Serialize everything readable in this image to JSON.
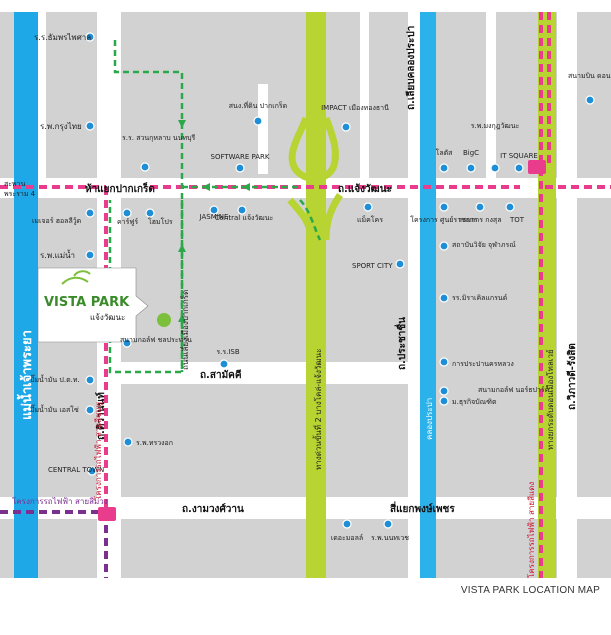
{
  "colors": {
    "block": "#d2d2d3",
    "road": "#ffffff",
    "river": "#1fa8e8",
    "canal": "#2bb2ea",
    "expressway": "#b8d433",
    "bts_pink": "#ea3c8c",
    "purple_line": "#7b2f8e",
    "route_green": "#2aa84a",
    "poi": "#1e8fd6",
    "vista_green": "#7cbf3b"
  },
  "roads": {
    "chaengwattana": "ถ.แจ้งวัฒนะ",
    "samakkhi": "ถ.สามัคคี",
    "ngamwongwan": "ถ.งามวงศ์วาน",
    "tiwanon": "ถ.ติวานนท์",
    "prachachuen": "ถ.ประชาชื่น",
    "vibhavadi": "ถ.วิภาวดี-รังสิต",
    "khlong_prapa_road": "ถ.เลียบคลองประปา",
    "express_chaeng": "ทางด่วนขั้นที่ 2 บางโคล่-แจ้งวัฒนะ",
    "don_mueang_tollway": "ทางยกระดับดอนเมืองโทลเวย์",
    "khlong_prapa": "คลองประปา",
    "chao_phraya": "แม่น้ำเจ้าพระยา",
    "nonthaburi_road": "ถนนเลี่ยงเมืองปากเกร็ด"
  },
  "intersections": {
    "pak_kret": "ห้าแยกปากเกร็ด",
    "phong_phet": "สี่แยกพงษ์เพชร"
  },
  "bridge": {
    "line1": "สะพาน",
    "line2": "พระราม 4"
  },
  "transit": {
    "pink_vertical": "โครงการรถไฟฟ้า สายสีชมพู",
    "purple_horizontal": "โครงการรถไฟฟ้า สายสีม่วง",
    "red_vertical": "โครงการรถไฟฟ้า สายสีแดง"
  },
  "vista": {
    "brand": "VISTA PARK",
    "sub": "แจ้งวัฒนะ"
  },
  "pois": [
    {
      "id": "p1",
      "text": "ร.ร.ธัมพรไพศาล"
    },
    {
      "id": "p2",
      "text": "ร.พ.กรุงไทย"
    },
    {
      "id": "p3",
      "text": "ร.ร. สวนกุหลาบ นนทบุรี"
    },
    {
      "id": "p4",
      "text": "สนง.ที่ดิน ปากเกร็ด"
    },
    {
      "id": "p5",
      "text": "IMPACT เมืองทองธานี"
    },
    {
      "id": "p6",
      "text": "SOFTWARE PARK"
    },
    {
      "id": "p7",
      "text": "โลตัส"
    },
    {
      "id": "p8",
      "text": "BigC"
    },
    {
      "id": "p9",
      "text": "ร.พ.มงกุฎวัฒนะ"
    },
    {
      "id": "p10",
      "text": "IT SQUARE"
    },
    {
      "id": "p11",
      "text": "สนามบิน ดอนเมือง"
    },
    {
      "id": "p12",
      "text": "เมเจอร์ ฮอลลีวู้ด"
    },
    {
      "id": "p13",
      "text": "คาร์ฟูร์"
    },
    {
      "id": "p14",
      "text": "โฮมโปร"
    },
    {
      "id": "p15",
      "text": "JASMINE"
    },
    {
      "id": "p16",
      "text": "Central แจ้งวัฒนะ"
    },
    {
      "id": "p17",
      "text": "แม็คโคร"
    },
    {
      "id": "p18",
      "text": "โครงการ ศูนย์ราชการ"
    },
    {
      "id": "p19",
      "text": "กรมการ กงสุล"
    },
    {
      "id": "p20",
      "text": "TOT"
    },
    {
      "id": "p21",
      "text": "ร.พ.แม่น้ำ"
    },
    {
      "id": "p22",
      "text": "SPORT CITY"
    },
    {
      "id": "p23",
      "text": "สถาบันวิจัย จุฬาภรณ์"
    },
    {
      "id": "p24",
      "text": "รร.มิราเคิลแกรนด์"
    },
    {
      "id": "p25",
      "text": "สนามกอล์ฟ ชลประทาน"
    },
    {
      "id": "p26",
      "text": "ร.ร.ISB"
    },
    {
      "id": "p27",
      "text": "การประปานครหลวง"
    },
    {
      "id": "p28",
      "text": "สนามกอล์ฟ นอร์ธปาร์ค"
    },
    {
      "id": "p29",
      "text": "ปั๊มน้ำมัน ป.ต.ท."
    },
    {
      "id": "p30",
      "text": "ปั๊มน้ำมัน เอสโซ่"
    },
    {
      "id": "p31",
      "text": "ม.ธุรกิจบัณฑิต"
    },
    {
      "id": "p32",
      "text": "CENTRAL TOWN"
    },
    {
      "id": "p33",
      "text": "ร.พ.ทรวงอก"
    },
    {
      "id": "p34",
      "text": "เดอะมอลล์"
    },
    {
      "id": "p35",
      "text": "ร.พ.นนทเวช"
    }
  ],
  "footer": "VISTA PARK LOCATION MAP"
}
